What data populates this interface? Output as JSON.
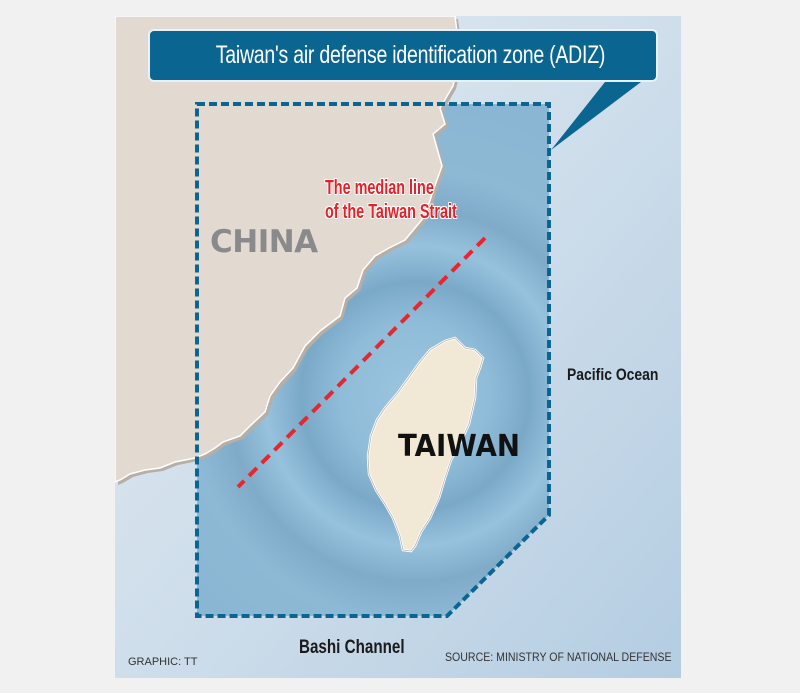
{
  "map": {
    "title": "Taiwan's air defense identification zone (ADIZ)",
    "labels": {
      "china": "CHINA",
      "taiwan": "TAIWAN",
      "median_line_1": "The median line",
      "median_line_2": "of the Taiwan Strait",
      "pacific": "Pacific Ocean",
      "bashi": "Bashi Channel"
    },
    "credit": "GRAPHIC: TT",
    "source": "SOURCE: MINISTRY OF NATIONAL DEFENSE",
    "colors": {
      "title_bg": "#0b6591",
      "adiz_border": "#0b6591",
      "median_line": "#e8262e",
      "land_china": "#e2d9d1",
      "land_taiwan": "#f1e8d6",
      "sea_inside": "#8cb9d6",
      "sea_outside": "#c4d6e6",
      "page_bg": "#f1f1f1"
    }
  }
}
